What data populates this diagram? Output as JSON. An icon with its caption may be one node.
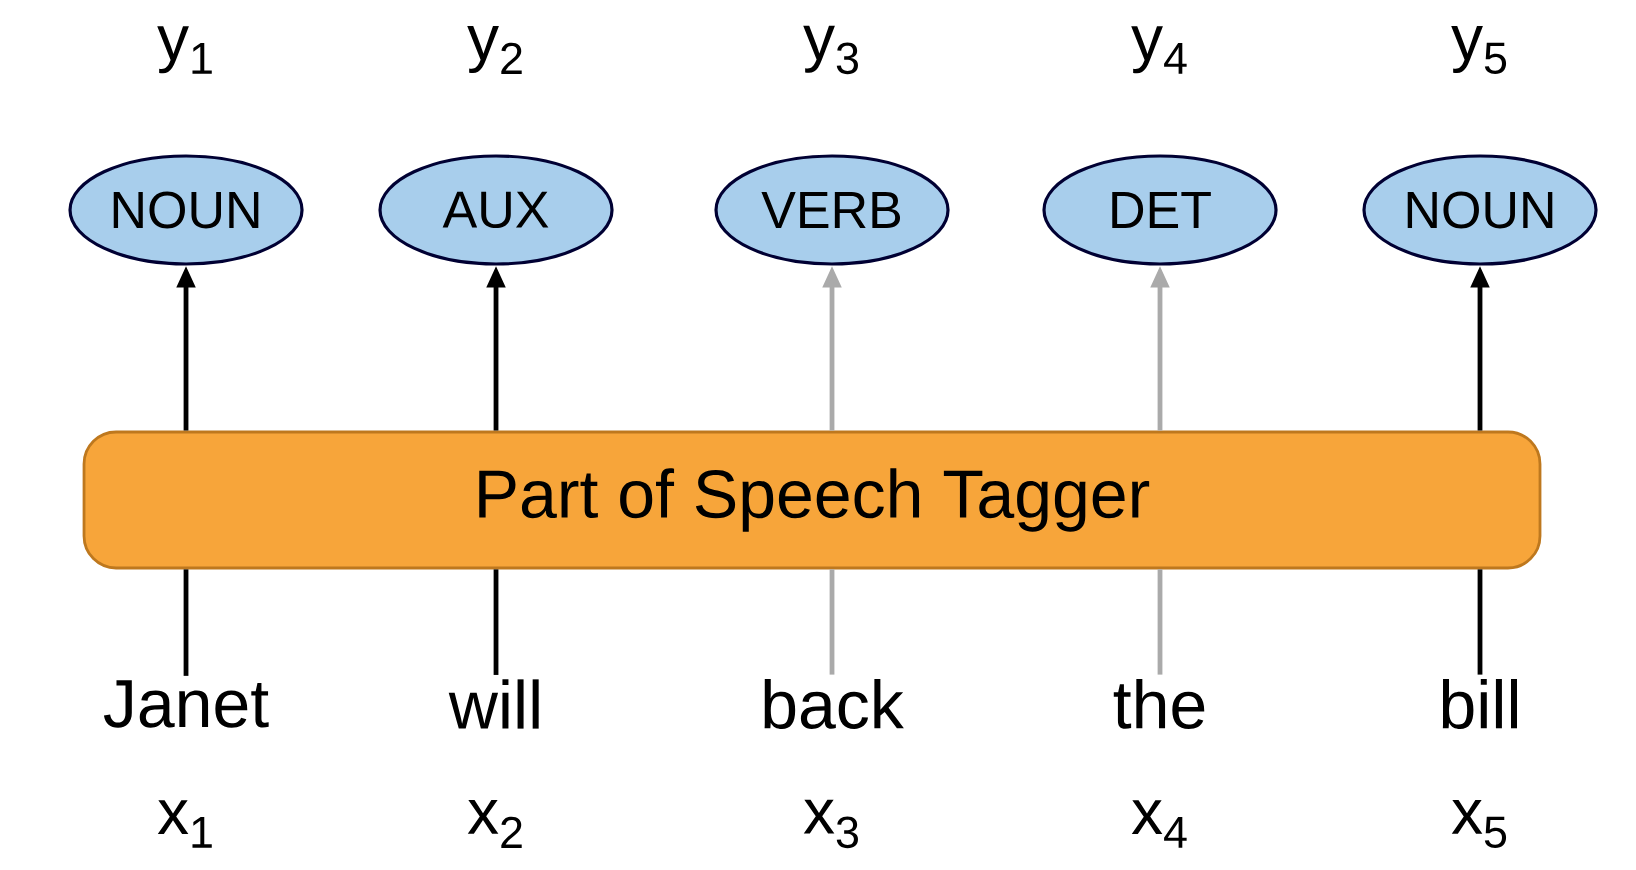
{
  "diagram": {
    "nodes": [
      {
        "text": [
          "NOUN"
        ],
        "beside": [
          "y$_{1}$"
        ]
      },
      {
        "text": [
          "AUX"
        ],
        "beside": [
          "y$_{2}$"
        ]
      },
      {
        "text": [
          "VERB"
        ],
        "beside": [
          "y$_{3}$"
        ]
      },
      {
        "text": [
          "DET"
        ],
        "beside": [
          "y$_{4}$"
        ]
      },
      {
        "text": [
          "NOUN"
        ],
        "beside": [
          "y$_{5}$"
        ]
      },
      {
        "text": [
          "Part of Speech Tagger"
        ]
      },
      {
        "text": [
          "Janet"
        ],
        "beside": [
          "x$_{1}$"
        ]
      },
      {
        "text": [
          "will"
        ],
        "beside": [
          "x$_{2}$"
        ]
      },
      {
        "text": [
          "back"
        ],
        "beside": [
          "x$_{3}$"
        ]
      },
      {
        "text": [
          "the"
        ],
        "beside": [
          "x$_{4}$"
        ]
      },
      {
        "text": [
          "bill"
        ],
        "beside": [
          "x$_{5}$"
        ]
      }
    ],
    "edges": [
      {
        "from": 5,
        "to": 0,
        "arrow": "to"
      },
      {
        "from": 5,
        "to": 1,
        "arrow": "to"
      },
      {
        "from": 5,
        "to": 2,
        "arrow": "to",
        "color": "#aaaaaa"
      },
      {
        "from": 5,
        "to": 3,
        "arrow": "to",
        "color": "#aaaaaa"
      },
      {
        "from": 5,
        "to": 4,
        "arrow": "to"
      },
      {
        "from": 6,
        "to": 5,
        "arrow": "none"
      },
      {
        "from": 7,
        "to": 5,
        "arrow": "none"
      },
      {
        "from": 8,
        "to": 5,
        "arrow": "none",
        "color": "#aaaaaa"
      },
      {
        "from": 9,
        "to": 5,
        "arrow": "none",
        "color": "#aaaaaa"
      },
      {
        "from": 10,
        "to": 5,
        "arrow": "none"
      }
    ]
  }
}
